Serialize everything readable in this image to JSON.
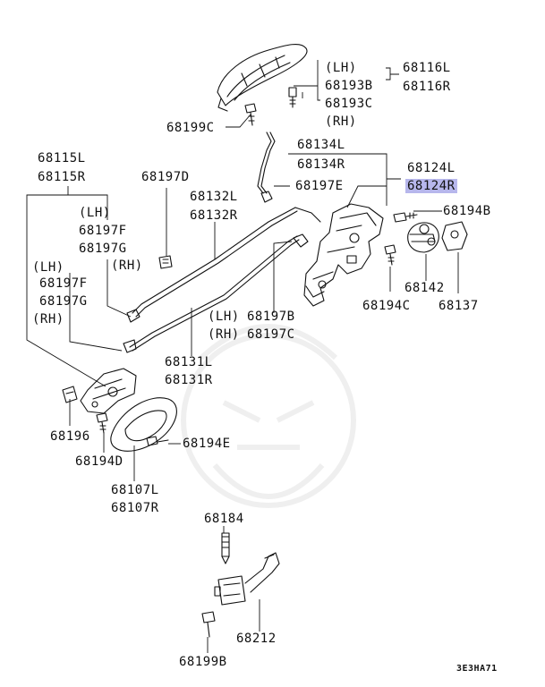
{
  "parts": {
    "p68116L": "68116L",
    "p68116R": "68116R",
    "lh_top": "(LH)",
    "p68193B": "68193B",
    "p68193C": "68193C",
    "rh_top": "(RH)",
    "p68199C": "68199C",
    "p68134L": "68134L",
    "p68134R": "68134R",
    "p68124L": "68124L",
    "p68124R": "68124R",
    "p68197E": "68197E",
    "p68194B": "68194B",
    "p68115L": "68115L",
    "p68115R": "68115R",
    "p68197D": "68197D",
    "p68132L": "68132L",
    "p68132R": "68132R",
    "lh_mid": "(LH)",
    "p68197F_a": "68197F",
    "p68197G_a": "68197G",
    "rh_mid": "(RH)",
    "lh_left": "(LH)",
    "p68197F_b": "68197F",
    "p68197G_b": "68197G",
    "rh_left": "(RH)",
    "p68142": "68142",
    "p68137": "68137",
    "p68194C": "68194C",
    "lh_b": "(LH)",
    "p68197B": "68197B",
    "rh_c": "(RH)",
    "p68197C": "68197C",
    "p68131L": "68131L",
    "p68131R": "68131R",
    "p68196": "68196",
    "p68194E": "68194E",
    "p68194D": "68194D",
    "p68107L": "68107L",
    "p68107R": "68107R",
    "p68184": "68184",
    "p68212": "68212",
    "p68199B": "68199B"
  },
  "diagram_code": "3E3HA71",
  "colors": {
    "highlight": "#b7b7ec",
    "ink": "#111111",
    "watermark": "#eeeeee"
  }
}
